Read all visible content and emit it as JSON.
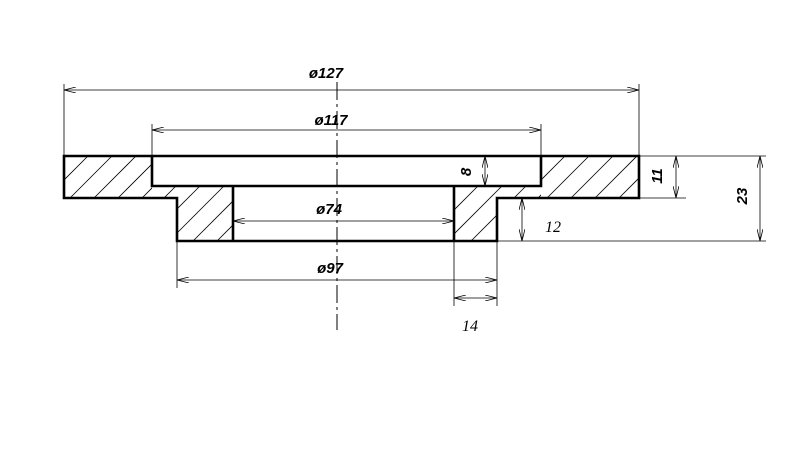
{
  "dimensions": {
    "d127": "ø127",
    "d117": "ø117",
    "d74": "ø74",
    "d97": "ø97",
    "h8": "8",
    "h11": "11",
    "h23": "23",
    "h12": "12",
    "w14": "14"
  }
}
